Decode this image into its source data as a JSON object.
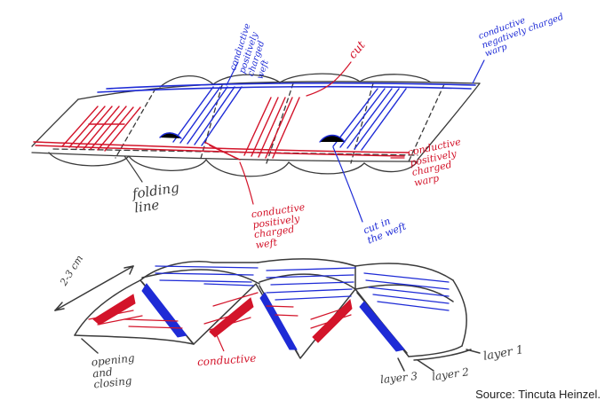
{
  "colors": {
    "pencil": "#3a3a3a",
    "red": "#d3142a",
    "blue": "#1e2bd6"
  },
  "labels": {
    "blue_weft": "conductive\npositively\ncharged\nweft",
    "cut": "cut",
    "blue_warp": "conductive\nnegatively charged\nwarp",
    "red_warp": "conductive\npositively\ncharged\nwarp",
    "folding_line": "folding\nline",
    "red_weft": "conductive\npositively\ncharged\nweft",
    "cut_weft": "cut in\nthe weft",
    "width": "2-3 cm",
    "opening": "opening\nand\nclosing",
    "conductive": "conductive",
    "layer1": "layer 1",
    "layer2": "layer 2",
    "layer3": "layer 3"
  },
  "source": "Source: Tincuta Heinzel."
}
